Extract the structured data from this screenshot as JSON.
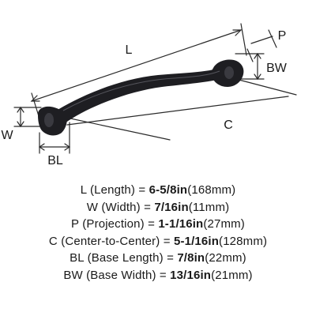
{
  "diagram": {
    "labels": {
      "length": "L",
      "projection": "P",
      "base_width": "BW",
      "width": "W",
      "center_to_center": "C",
      "base_length": "BL"
    }
  },
  "specs": [
    {
      "abbr": "L",
      "name": "(Length) = ",
      "value": "6-5/8in",
      "metric": "(168mm)"
    },
    {
      "abbr": "W",
      "name": "(Width) = ",
      "value": "7/16in",
      "metric": "(11mm)"
    },
    {
      "abbr": "P",
      "name": "(Projection) = ",
      "value": "1-1/16in",
      "metric": "(27mm)"
    },
    {
      "abbr": "C",
      "name": "(Center-to-Center) = ",
      "value": "5-1/16in",
      "metric": "(128mm)"
    },
    {
      "abbr": "BL",
      "name": "(Base Length) = ",
      "value": "7/8in",
      "metric": "(22mm)"
    },
    {
      "abbr": "BW",
      "name": "(Base Width) = ",
      "value": "13/16in",
      "metric": "(21mm)"
    }
  ],
  "colors": {
    "handle": "#1e1e22",
    "lines": "#2a2a2a",
    "text": "#1a1a1a"
  }
}
